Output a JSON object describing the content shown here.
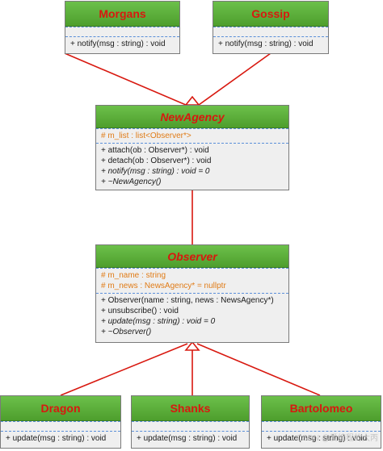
{
  "colors": {
    "header_fill": "#5cb33a",
    "class_name_text": "#d8180f",
    "attribute_text": "#e07b16",
    "operation_text": "#1a1a1a",
    "arrow": "#d8180f",
    "section_divider": "#5a8fd8"
  },
  "classes": {
    "morgans": {
      "name": "Morgans",
      "attributes": [],
      "operations": [
        "+ notify(msg : string) : void"
      ]
    },
    "gossip": {
      "name": "Gossip",
      "attributes": [],
      "operations": [
        "+ notify(msg : string) : void"
      ]
    },
    "newagency": {
      "name": "NewAgency",
      "abstract": true,
      "attributes": [
        "# m_list : list<Observer*>"
      ],
      "operations": [
        "+ attach(ob : Observer*) : void",
        "+ detach(ob : Observer*) : void",
        "+ notify(msg : string) : void = 0",
        "+ ~NewAgency()"
      ]
    },
    "observer": {
      "name": "Observer",
      "abstract": true,
      "attributes": [
        "# m_name : string",
        "# m_news : NewsAgency* = nullptr"
      ],
      "operations": [
        "+ Observer(name : string, news : NewsAgency*)",
        "+ unsubscribe() : void",
        "+ update(msg : string) : void = 0",
        "+ ~Observer()"
      ]
    },
    "dragon": {
      "name": "Dragon",
      "attributes": [],
      "operations": [
        "+ update(msg : string) : void"
      ]
    },
    "shanks": {
      "name": "Shanks",
      "attributes": [],
      "operations": [
        "+ update(msg : string) : void"
      ]
    },
    "bartolomeo": {
      "name": "Bartolomeo",
      "attributes": [],
      "operations": [
        "+ update(msg : string) : void"
      ]
    }
  },
  "relationships": [
    {
      "type": "generalization",
      "from": "morgans",
      "to": "newagency"
    },
    {
      "type": "generalization",
      "from": "gossip",
      "to": "newagency"
    },
    {
      "type": "association",
      "from": "newagency",
      "to": "observer"
    },
    {
      "type": "generalization",
      "from": "dragon",
      "to": "observer"
    },
    {
      "type": "generalization",
      "from": "shanks",
      "to": "observer"
    },
    {
      "type": "generalization",
      "from": "bartolomeo",
      "to": "observer"
    }
  ],
  "watermark": "CSDN @爱编程的大丙"
}
